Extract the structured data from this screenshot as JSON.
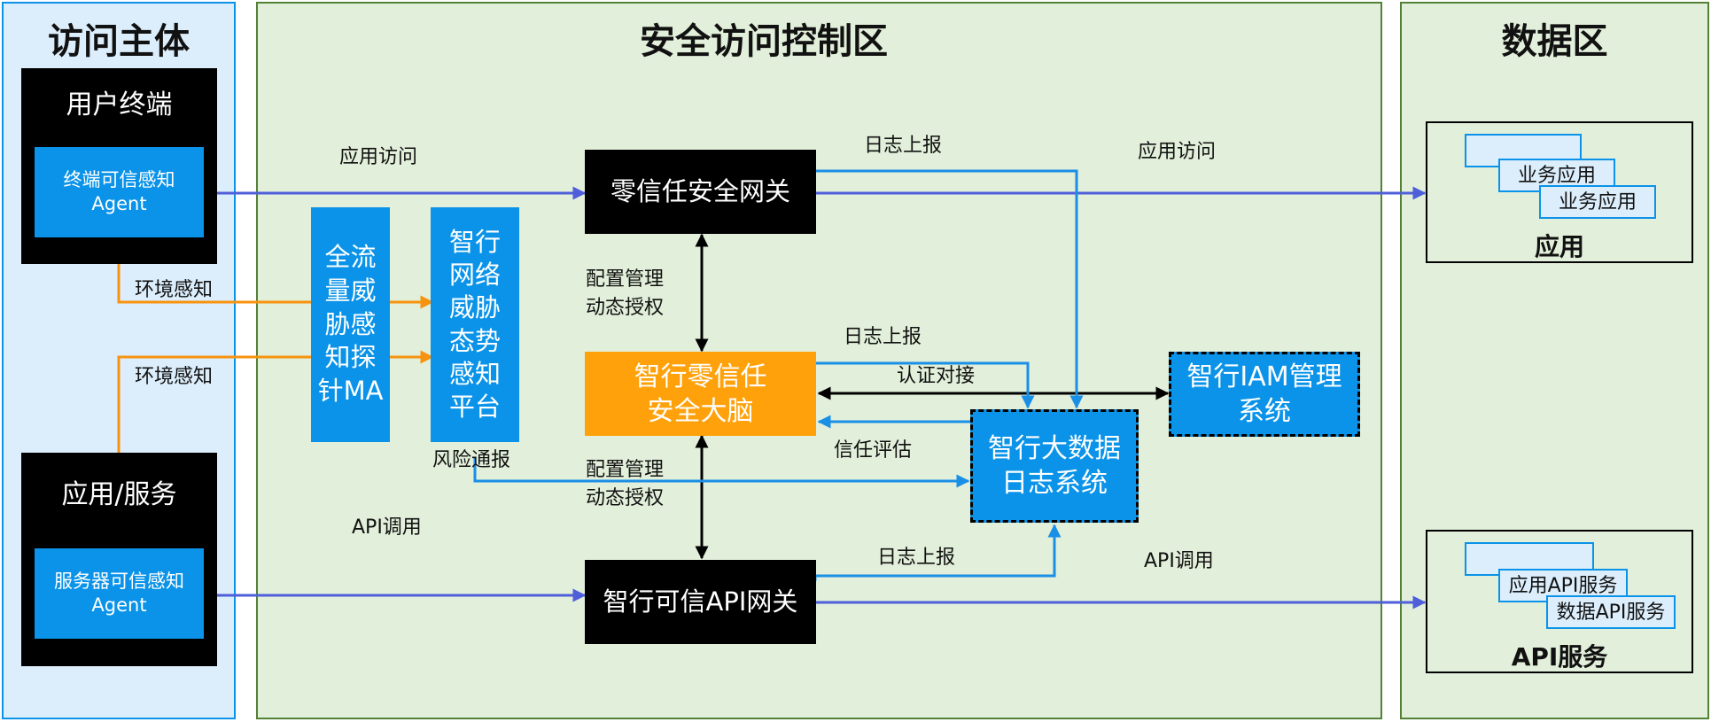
{
  "zones": {
    "subject": {
      "title": "访问主体"
    },
    "control": {
      "title": "安全访问控制区"
    },
    "data": {
      "title": "数据区"
    }
  },
  "nodes": {
    "user_terminal": {
      "title": "用户终端",
      "sub_line1": "终端可信感知",
      "sub_line2": "Agent"
    },
    "app_service": {
      "title": "应用/服务",
      "sub_line1": "服务器可信感知",
      "sub_line2": "Agent"
    },
    "probe": {
      "line1": "全流",
      "line2": "量威",
      "line3": "胁感",
      "line4": "知探",
      "line5": "针MA"
    },
    "platform": {
      "line1": "智行",
      "line2": "网络",
      "line3": "威胁",
      "line4": "态势",
      "line5": "感知",
      "line6": "平台"
    },
    "zt_gateway": {
      "label": "零信任安全网关"
    },
    "brain": {
      "line1": "智行零信任",
      "line2": "安全大脑"
    },
    "api_gateway": {
      "label": "智行可信API网关"
    },
    "iam": {
      "line1": "智行IAM管理",
      "line2": "系统"
    },
    "bigdata": {
      "line1": "智行大数据",
      "line2": "日志系统"
    },
    "apps": {
      "card1": "业务应用",
      "card2": "业务应用",
      "caption": "应用"
    },
    "api_services": {
      "card1": "应用API服务",
      "card2": "数据API服务",
      "caption": "API服务"
    }
  },
  "edges": {
    "app_access_left": "应用访问",
    "app_access_right": "应用访问",
    "env_sense_1": "环境感知",
    "env_sense_2": "环境感知",
    "api_call_left": "API调用",
    "api_call_right": "API调用",
    "log_report_1": "日志上报",
    "log_report_2": "日志上报",
    "log_report_3": "日志上报",
    "config_1_line1": "配置管理",
    "config_1_line2": "动态授权",
    "config_2_line1": "配置管理",
    "config_2_line2": "动态授权",
    "auth_dock": "认证对接",
    "trust_eval": "信任评估",
    "risk_report": "风险通报"
  },
  "colors": {
    "subject_bg": "#dceefc",
    "subject_border": "#0a93e8",
    "zone_bg": "#e2efda",
    "zone_border": "#538135",
    "node_blue": "#0a93e8",
    "node_orange": "#ffa10a",
    "flow_purple": "#4e5fd9",
    "flow_orange": "#f7930f",
    "flow_blue": "#1a8fe6"
  }
}
